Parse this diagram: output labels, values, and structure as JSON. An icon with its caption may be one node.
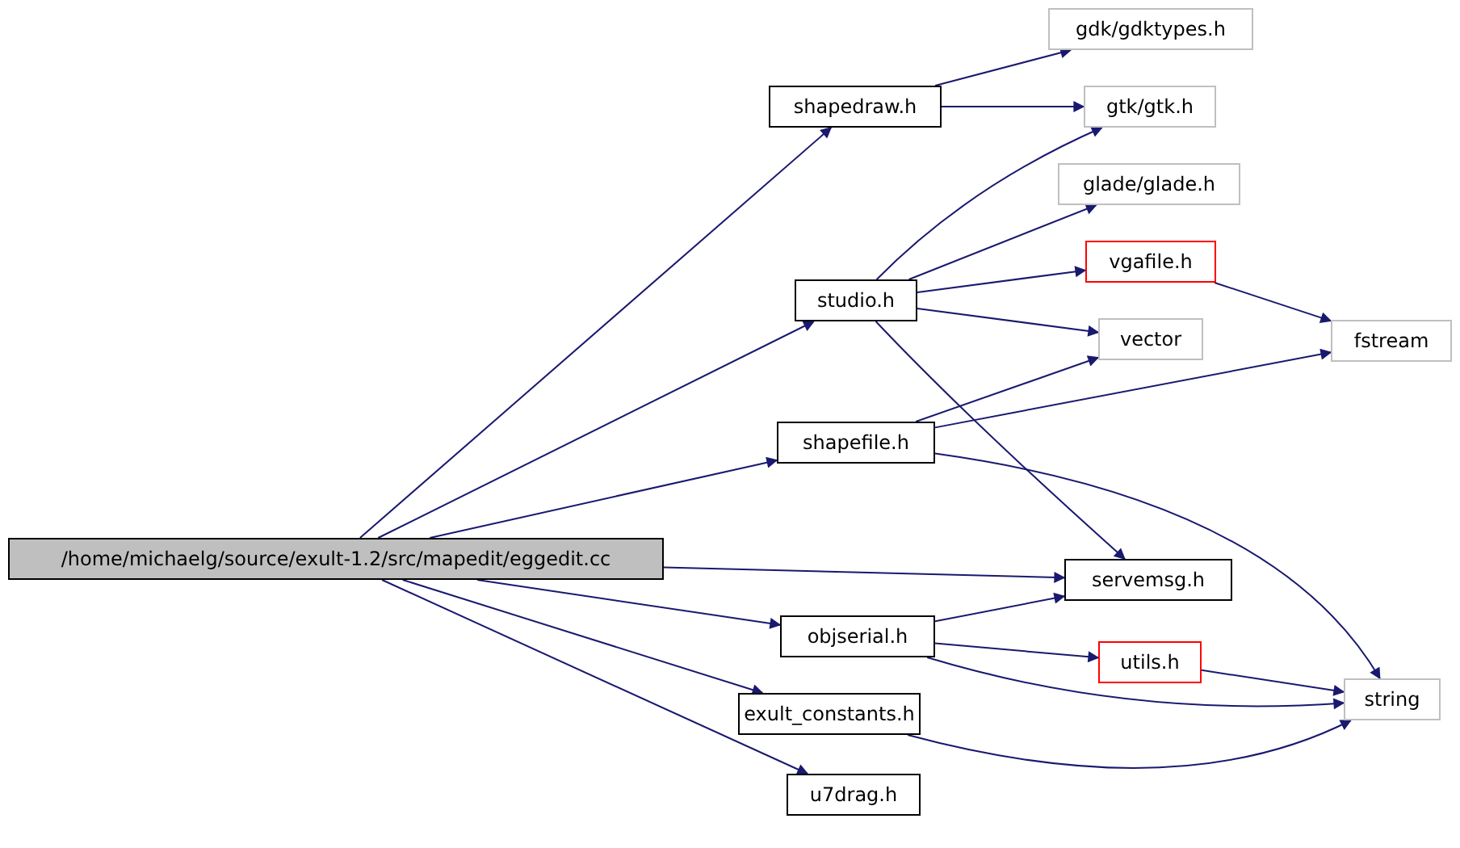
{
  "diagram": {
    "nodes": [
      {
        "text": [
          "/home/michaelg/source/exult-1.2/src/mapedit/eggedit.cc"
        ]
      },
      {
        "text": [
          "shapedraw.h"
        ]
      },
      {
        "text": [
          "studio.h"
        ]
      },
      {
        "text": [
          "shapefile.h"
        ]
      },
      {
        "text": [
          "servemsg.h"
        ]
      },
      {
        "text": [
          "objserial.h"
        ]
      },
      {
        "text": [
          "exult_constants.h"
        ]
      },
      {
        "text": [
          "u7drag.h"
        ]
      },
      {
        "text": [
          "gdk/gdktypes.h"
        ]
      },
      {
        "text": [
          "gtk/gtk.h"
        ]
      },
      {
        "text": [
          "glade/glade.h"
        ]
      },
      {
        "text": [
          "vgafile.h"
        ]
      },
      {
        "text": [
          "vector"
        ]
      },
      {
        "text": [
          "fstream"
        ]
      },
      {
        "text": [
          "utils.h"
        ]
      },
      {
        "text": [
          "string"
        ]
      }
    ],
    "edges": [
      {
        "from": 0,
        "to": 1,
        "arrow": "to"
      },
      {
        "from": 0,
        "to": 2,
        "arrow": "to"
      },
      {
        "from": 0,
        "to": 3,
        "arrow": "to"
      },
      {
        "from": 0,
        "to": 4,
        "arrow": "to"
      },
      {
        "from": 0,
        "to": 5,
        "arrow": "to"
      },
      {
        "from": 0,
        "to": 6,
        "arrow": "to"
      },
      {
        "from": 0,
        "to": 7,
        "arrow": "to"
      },
      {
        "from": 1,
        "to": 8,
        "arrow": "to"
      },
      {
        "from": 1,
        "to": 9,
        "arrow": "to"
      },
      {
        "from": 2,
        "to": 9,
        "arrow": "to"
      },
      {
        "from": 2,
        "to": 10,
        "arrow": "to"
      },
      {
        "from": 2,
        "to": 11,
        "arrow": "to"
      },
      {
        "from": 2,
        "to": 12,
        "arrow": "to"
      },
      {
        "from": 2,
        "to": 4,
        "arrow": "to"
      },
      {
        "from": 3,
        "to": 12,
        "arrow": "to"
      },
      {
        "from": 3,
        "to": 13,
        "arrow": "to"
      },
      {
        "from": 3,
        "to": 15,
        "arrow": "to"
      },
      {
        "from": 5,
        "to": 4,
        "arrow": "to"
      },
      {
        "from": 5,
        "to": 14,
        "arrow": "to"
      },
      {
        "from": 5,
        "to": 15,
        "arrow": "to"
      },
      {
        "from": 6,
        "to": 15,
        "arrow": "to"
      },
      {
        "from": 11,
        "to": 13,
        "arrow": "to"
      },
      {
        "from": 14,
        "to": 15,
        "arrow": "to"
      }
    ]
  }
}
